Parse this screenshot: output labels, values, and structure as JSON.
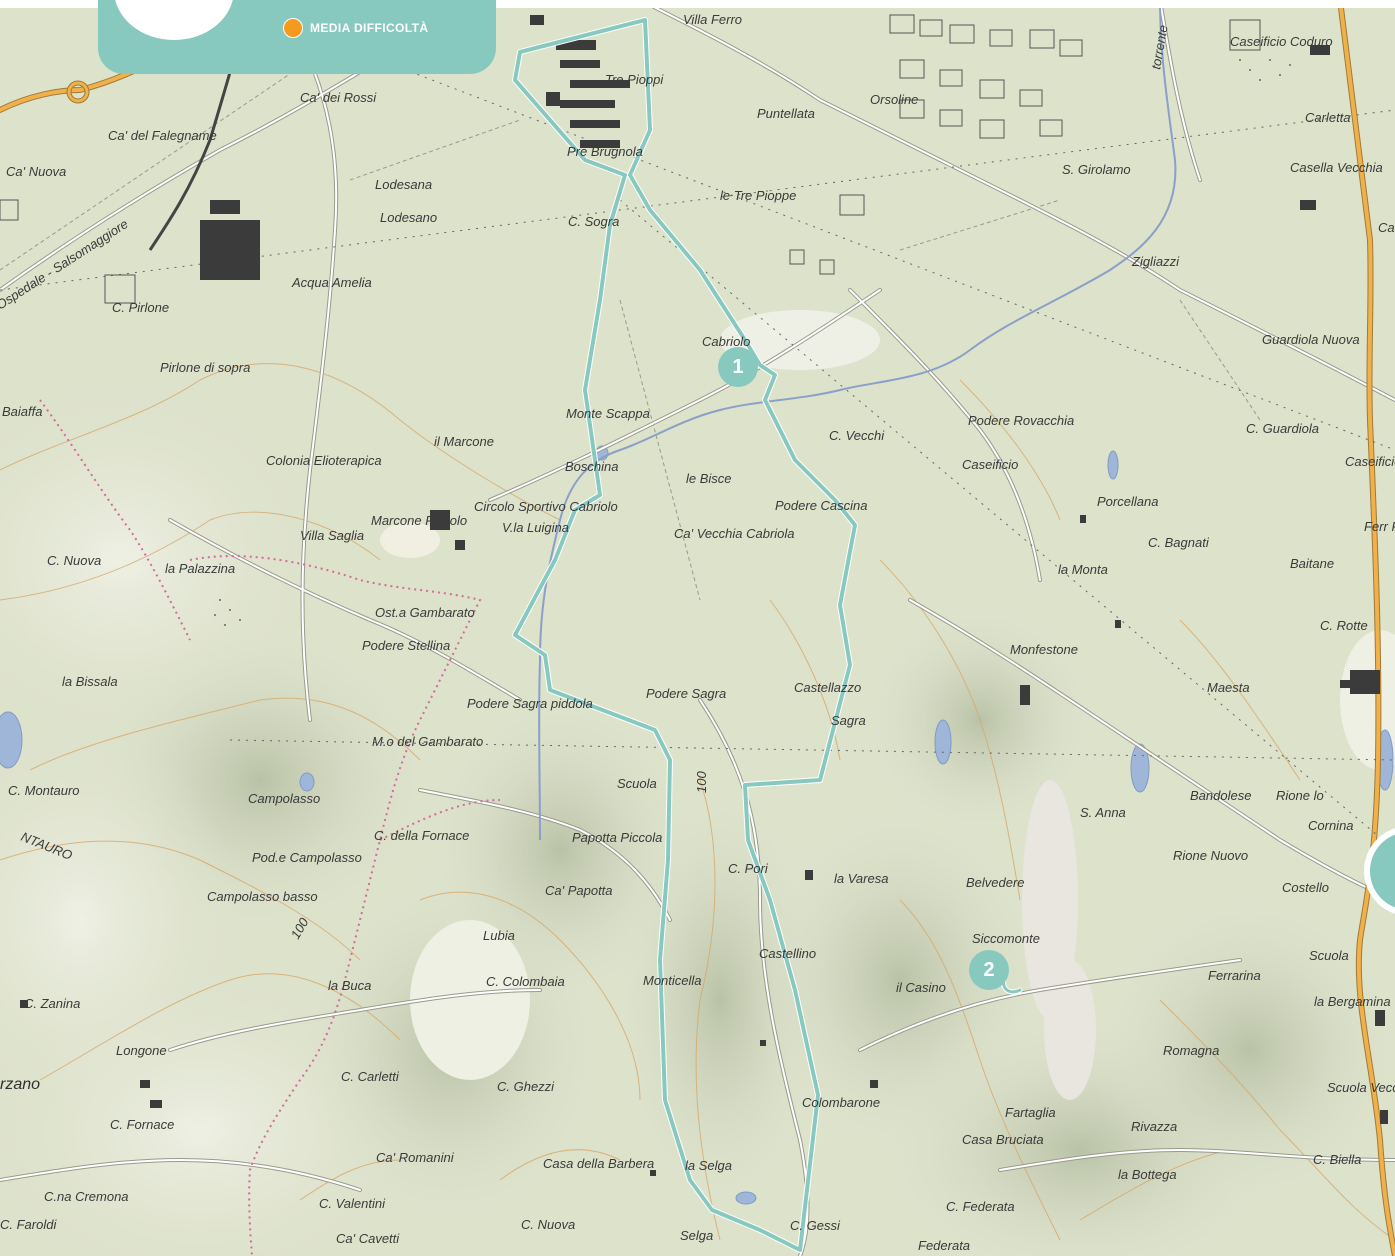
{
  "legend": {
    "difficulty_label": "MEDIA DIFFICOLTÀ",
    "dot_color": "#f49a1e",
    "card_color": "#88c9bf"
  },
  "markers": [
    {
      "label": "1",
      "name": "waypoint-1"
    },
    {
      "label": "2",
      "name": "waypoint-2"
    }
  ],
  "route_color": "#88c9bf",
  "roads": {
    "ospedale": "Ospedale - Salsomaggiore",
    "route_number": "100",
    "river": "torrente",
    "montauro_area": "NTAURO"
  },
  "places": [
    {
      "name": "Villa Ferro"
    },
    {
      "name": "Tre Pioppi"
    },
    {
      "name": "Puntellata"
    },
    {
      "name": "Orsoline"
    },
    {
      "name": "Caseificio Coduro"
    },
    {
      "name": "Carletta"
    },
    {
      "name": "Casella Vecchia"
    },
    {
      "name": "S. Girolamo"
    },
    {
      "name": "Ca' dei Rossi"
    },
    {
      "name": "Ca' del Falegname"
    },
    {
      "name": "Ca' Nuova"
    },
    {
      "name": "Lodesana"
    },
    {
      "name": "Lodesano"
    },
    {
      "name": "Pre Brugnola"
    },
    {
      "name": "le Tre Pioppe"
    },
    {
      "name": "C. Sogra"
    },
    {
      "name": "Acqua Amelia"
    },
    {
      "name": "C. Pirlone"
    },
    {
      "name": "Pirlone di sopra"
    },
    {
      "name": "Zigliazzi"
    },
    {
      "name": "Cabriolo"
    },
    {
      "name": "Guardiola Nuova"
    },
    {
      "name": "Baiaffa"
    },
    {
      "name": "Monte Scappa"
    },
    {
      "name": "Podere Rovacchia"
    },
    {
      "name": "C. Vecchi"
    },
    {
      "name": "C. Guardiola"
    },
    {
      "name": "il Marcone"
    },
    {
      "name": "Colonia Elioterapica"
    },
    {
      "name": "Boschina"
    },
    {
      "name": "Caseificio"
    },
    {
      "name": "le Bisce"
    },
    {
      "name": "Podere Cascina"
    },
    {
      "name": "Porcellana"
    },
    {
      "name": "Circolo Sportivo Cabriolo"
    },
    {
      "name": "Villa Saglia"
    },
    {
      "name": "Marcone Piccolo"
    },
    {
      "name": "V.la Luigina"
    },
    {
      "name": "Ca' Vecchia Cabriola"
    },
    {
      "name": "C. Bagnati"
    },
    {
      "name": "C. Nuova"
    },
    {
      "name": "la Palazzina"
    },
    {
      "name": "la Monta"
    },
    {
      "name": "Baitane"
    },
    {
      "name": "Ost.a Gambarato"
    },
    {
      "name": "Podere Stellina"
    },
    {
      "name": "C. Rotte"
    },
    {
      "name": "Monfestone"
    },
    {
      "name": "la Bissala"
    },
    {
      "name": "Podere Sagra"
    },
    {
      "name": "Podere Sagra piddola"
    },
    {
      "name": "Castellazzo"
    },
    {
      "name": "Maesta"
    },
    {
      "name": "M.o del Gambarato"
    },
    {
      "name": "Sagra"
    },
    {
      "name": "Scuola"
    },
    {
      "name": "C. Montauro"
    },
    {
      "name": "Campolasso"
    },
    {
      "name": "Bandolese"
    },
    {
      "name": "Rione lo"
    },
    {
      "name": "S. Anna"
    },
    {
      "name": "C. della Fornace"
    },
    {
      "name": "Papotta Piccola"
    },
    {
      "name": "Cornina"
    },
    {
      "name": "Pod.e Campolasso"
    },
    {
      "name": "Rione Nuovo"
    },
    {
      "name": "C. Pori"
    },
    {
      "name": "la Varesa"
    },
    {
      "name": "Belvedere"
    },
    {
      "name": "Costello"
    },
    {
      "name": "Campolasso basso"
    },
    {
      "name": "Ca' Papotta"
    },
    {
      "name": "Lubia"
    },
    {
      "name": "Castellino"
    },
    {
      "name": "Siccomonte"
    },
    {
      "name": "Scuola"
    },
    {
      "name": "C. Zanina"
    },
    {
      "name": "la Buca"
    },
    {
      "name": "C. Colombaia"
    },
    {
      "name": "Monticella"
    },
    {
      "name": "il Casino"
    },
    {
      "name": "Ferrarina"
    },
    {
      "name": "la Bergamina"
    },
    {
      "name": "Longone"
    },
    {
      "name": "Romagna"
    },
    {
      "name": "rzano"
    },
    {
      "name": "C. Carletti"
    },
    {
      "name": "C. Ghezzi"
    },
    {
      "name": "Colombarone"
    },
    {
      "name": "Scuola Vecchia"
    },
    {
      "name": "C. Fornace"
    },
    {
      "name": "Fartaglia"
    },
    {
      "name": "Rivazza"
    },
    {
      "name": "Casa Bruciata"
    },
    {
      "name": "Ca' Romanini"
    },
    {
      "name": "Casa della Barbera"
    },
    {
      "name": "la Selga"
    },
    {
      "name": "C. Biella"
    },
    {
      "name": "la Bottega"
    },
    {
      "name": "C.na Cremona"
    },
    {
      "name": "C. Valentini"
    },
    {
      "name": "C. Federata"
    },
    {
      "name": "C. Faroldi"
    },
    {
      "name": "Ca' Cavetti"
    },
    {
      "name": "C. Nuova"
    },
    {
      "name": "Selga"
    },
    {
      "name": "C. Gessi"
    },
    {
      "name": "Federata"
    },
    {
      "name": "Caseificio Ferrari"
    },
    {
      "name": "Ferr Pic"
    },
    {
      "name": "Ca N"
    }
  ]
}
